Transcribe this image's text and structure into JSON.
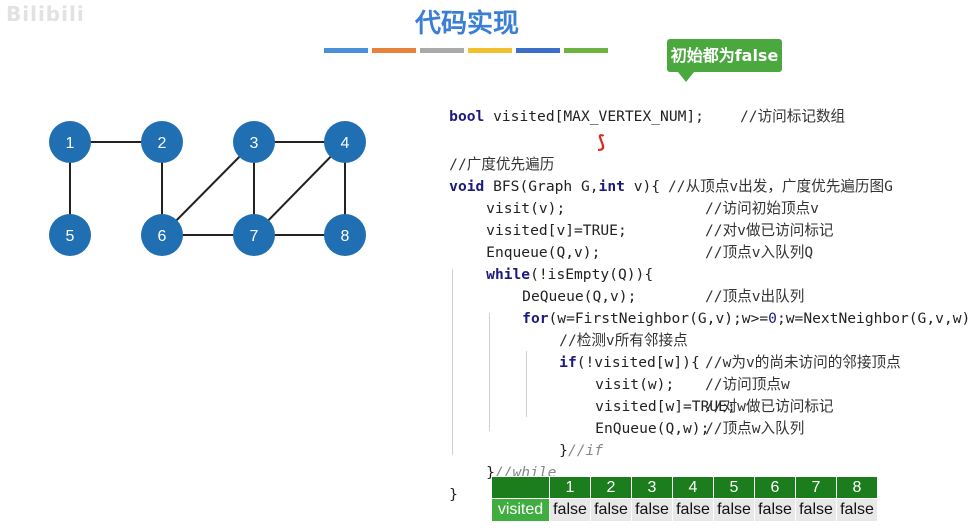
{
  "watermark": "Bilibili",
  "title": "代码实现",
  "color_bars": [
    "#4a90d9",
    "#e8823a",
    "#a9a9a9",
    "#f2c12e",
    "#3b6fc7",
    "#6cb33f"
  ],
  "callout": "初始都为false",
  "graph": {
    "node_color": "#1f6fb2",
    "nodes": [
      {
        "id": "1",
        "label": "1"
      },
      {
        "id": "2",
        "label": "2"
      },
      {
        "id": "3",
        "label": "3"
      },
      {
        "id": "4",
        "label": "4"
      },
      {
        "id": "5",
        "label": "5"
      },
      {
        "id": "6",
        "label": "6"
      },
      {
        "id": "7",
        "label": "7"
      },
      {
        "id": "8",
        "label": "8"
      }
    ],
    "edges": [
      [
        "1",
        "2"
      ],
      [
        "1",
        "5"
      ],
      [
        "2",
        "6"
      ],
      [
        "3",
        "6"
      ],
      [
        "3",
        "4"
      ],
      [
        "3",
        "7"
      ],
      [
        "4",
        "7"
      ],
      [
        "4",
        "8"
      ],
      [
        "6",
        "7"
      ],
      [
        "7",
        "8"
      ]
    ]
  },
  "code": {
    "l1": {
      "kw": "bool",
      "rest": " visited[MAX_VERTEX_NUM];",
      "comment": "//访问标记数组"
    },
    "l3": {
      "comment": "//广度优先遍历"
    },
    "l4": {
      "kw1": "void",
      "a": " BFS(Graph G,",
      "kw2": "int",
      "b": " v){",
      "comment": "//从顶点v出发，广度优先遍历图G"
    },
    "l5": {
      "code": "visit(v);",
      "comment": "//访问初始顶点v"
    },
    "l6": {
      "code": "visited[v]=TRUE;",
      "comment": "//对v做已访问标记"
    },
    "l7": {
      "code": "Enqueue(Q,v);",
      "comment": "//顶点v入队列Q"
    },
    "l8": {
      "kw": "while",
      "rest": "(!isEmpty(Q)){"
    },
    "l9": {
      "code": "DeQueue(Q,v);",
      "comment": "//顶点v出队列"
    },
    "l10": {
      "kw": "for",
      "a": "(w=FirstNeighbor(G,v);w>=",
      "num": "0",
      "b": ";w=NextNeighbor(G,v,w))"
    },
    "l11": {
      "comment": "//检测v所有邻接点"
    },
    "l12": {
      "kw": "if",
      "rest": "(!visited[w]){",
      "comment": "//w为v的尚未访问的邻接顶点"
    },
    "l13": {
      "code": "visit(w);",
      "comment": "//访问顶点w"
    },
    "l14": {
      "code": "visited[w]=TRUE;",
      "comment": "//对w做已访问标记"
    },
    "l15": {
      "code": "EnQueue(Q,w);",
      "comment": "//顶点w入队列"
    },
    "l16": {
      "code": "}",
      "comment": "//if"
    },
    "l17": {
      "code": "}",
      "comment": "//while"
    },
    "l18": {
      "code": "}"
    }
  },
  "visited_table": {
    "label": "visited",
    "indices": [
      "1",
      "2",
      "3",
      "4",
      "5",
      "6",
      "7",
      "8"
    ],
    "values": [
      "false",
      "false",
      "false",
      "false",
      "false",
      "false",
      "false",
      "false"
    ]
  }
}
